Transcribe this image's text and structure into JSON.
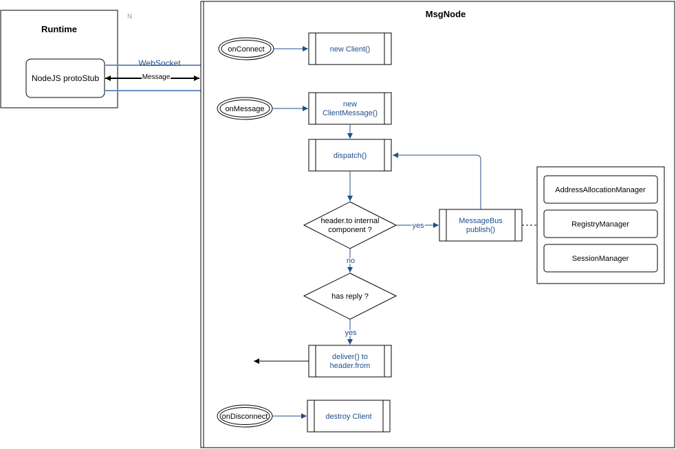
{
  "runtime": {
    "title": "Runtime",
    "corner_mark": "N",
    "stub_label": "NodeJS protoStub"
  },
  "connection": {
    "websocket_label": "WebSocket",
    "message_label": "Message"
  },
  "msgnode": {
    "title": "MsgNode"
  },
  "events": {
    "on_connect": "onConnect",
    "on_message": "onMessage",
    "on_disconnect": "onDisconnect"
  },
  "processes": {
    "new_client": "new Client()",
    "new_client_message_line1": "new",
    "new_client_message_line2": "ClientMessage()",
    "dispatch": "dispatch()",
    "message_bus_line1": "MessageBus",
    "message_bus_line2": "publish()",
    "deliver_line1": "deliver() to",
    "deliver_line2": "header.from",
    "destroy_client": "destroy Client"
  },
  "decisions": {
    "internal_line1": "header.to internal",
    "internal_line2": "component ?",
    "has_reply": "has reply ?"
  },
  "edge_labels": {
    "yes_bus": "yes",
    "no": "no",
    "yes_reply": "yes"
  },
  "managers": {
    "address": "AddressAllocationManager",
    "registry": "RegistryManager",
    "session": "SessionManager"
  },
  "colors": {
    "flow_blue": "#1f4e8c",
    "link_blue": "#6c8ebf",
    "stroke": "#000000"
  }
}
